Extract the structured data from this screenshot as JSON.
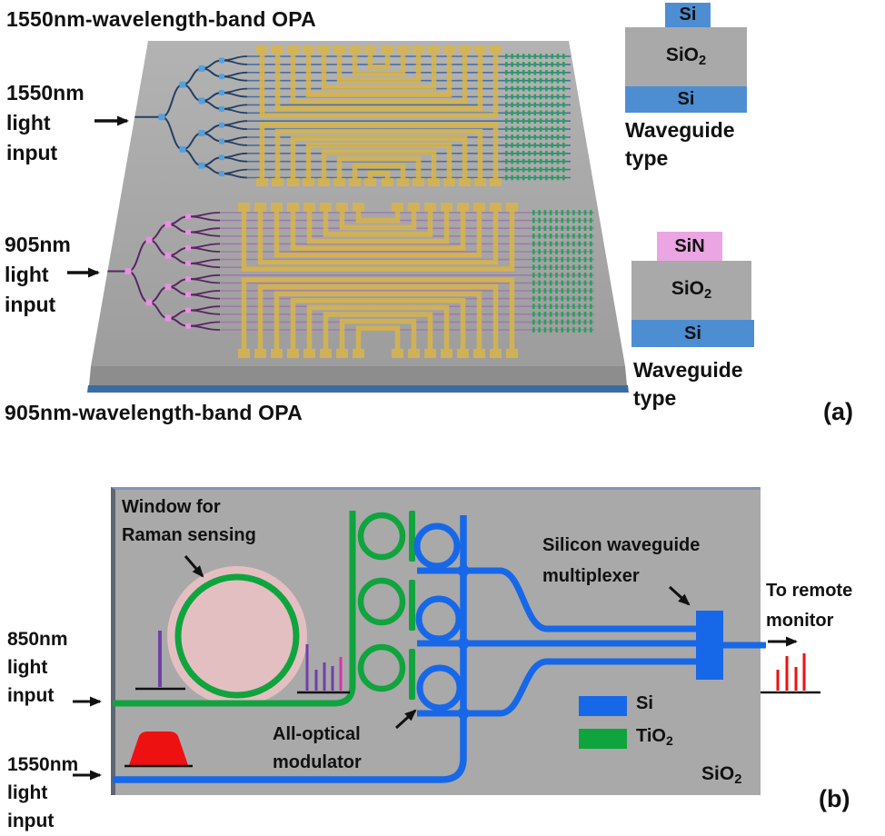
{
  "colors": {
    "chip_gray_light": "#b3b3b3",
    "chip_gray_dark": "#9d9d9d",
    "chip_side": "#8d8d8d",
    "chip_base_blue": "#3a6ca3",
    "electrode_gold": "#d6b44e",
    "wg1550_line": "#4a6f9d",
    "tree1550_line": "#223f63",
    "splitter1550": "#55a0dc",
    "wg905_line": "#a279ad",
    "tree905_line": "#5a2663",
    "splitter905": "#e392dd",
    "antenna_green": "#21a556",
    "si_blue": "#4d8ed3",
    "sin_pink": "#eba5e3",
    "oxide_gray": "#a9a9a9",
    "panel_gray": "#a9a9a9",
    "si_wg_blue": "#1668e8",
    "tio2_green": "#10a43e",
    "window_pink": "#e4bfc2",
    "spectrum_red": "#ee1111",
    "spectrum_purple": "#7040a8",
    "spectrum_magenta": "#d433ae",
    "arrow_black": "#111111"
  },
  "panel_a": {
    "title_top": "1550nm-wavelength-band OPA",
    "title_bottom": "905nm-wavelength-band OPA",
    "input_top": {
      "l1": "1550nm",
      "l2": "light",
      "l3": "input"
    },
    "input_bottom": {
      "l1": "905nm",
      "l2": "light",
      "l3": "input"
    },
    "waveguide_si": {
      "top": "Si",
      "mid_base": "SiO",
      "mid_sub": "2",
      "bottom": "Si",
      "caption_l1": "Waveguide",
      "caption_l2": "type"
    },
    "waveguide_sin": {
      "top": "SiN",
      "mid_base": "SiO",
      "mid_sub": "2",
      "bottom": "Si",
      "caption_l1": "Waveguide",
      "caption_l2": "type"
    },
    "tag": "(a)"
  },
  "panel_b": {
    "window_label_l1": "Window for",
    "window_label_l2": "Raman sensing",
    "input_850": {
      "l1": "850nm",
      "l2": "light",
      "l3": "input"
    },
    "input_1550": {
      "l1": "1550nm",
      "l2": "light",
      "l3": "input"
    },
    "modulator_l1": "All-optical",
    "modulator_l2": "modulator",
    "mux_l1": "Silicon waveguide",
    "mux_l2": "multiplexer",
    "remote_l1": "To remote",
    "remote_l2": "monitor",
    "legend": [
      {
        "label_base": "Si",
        "label_sub": "",
        "color": "#1668e8"
      },
      {
        "label_base": "TiO",
        "label_sub": "2",
        "color": "#10a43e"
      }
    ],
    "substrate_base": "SiO",
    "substrate_sub": "2",
    "tag": "(b)"
  }
}
